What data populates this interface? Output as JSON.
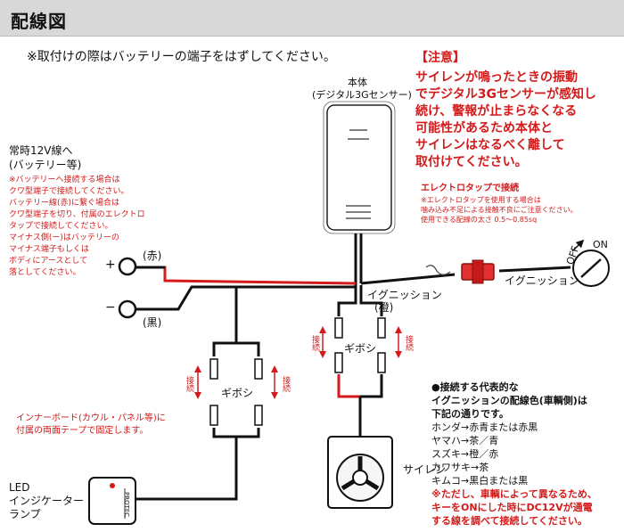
{
  "title": "配線図",
  "notice": "※取付けの際はバッテリーの端子をはずしてください。",
  "caution": {
    "heading": "【注意】",
    "lines": [
      "サイレンが鳴ったときの振動",
      "でデジタル3Gセンサーが感知し",
      "続け、警報が止まらなくなる",
      "可能性があるため本体と",
      "サイレンはなるべく離して",
      "取付けてください。"
    ]
  },
  "main_unit": {
    "label1": "本体",
    "label2": "(デジタル3Gセンサー)"
  },
  "battery": {
    "label1": "常時12V線へ",
    "label2": "(バッテリー等)",
    "notes": [
      "※バッテリーへ接続する場合は",
      "クワ型端子で接続してください。",
      "バッテリー線(赤)に繋ぐ場合は",
      "クワ型端子を切り、付属のエレクトロ",
      "タップで接続してください。",
      "マイナス側(ー)はバッテリーの",
      "マイナス端子もしくは",
      "ボディにアースとして",
      "落としてください。"
    ],
    "plus": "+",
    "minus": "−",
    "red": "(赤)",
    "black": "(黒)"
  },
  "electro_tap": {
    "heading": "エレクトロタップで接続",
    "notes": [
      "※エレクトロタップを使用する場合は",
      "噛み込み不足による接触不良にご注意ください。",
      "使用できる配線の太さ 0.5〜0.85sq"
    ]
  },
  "ignition": {
    "wire_label": "イグニッション",
    "wire_color": "(橙)",
    "switch_label": "イグニッション",
    "off": "OFF",
    "on": "ON"
  },
  "gibosi_left": "ギボシ",
  "gibosi_right": "ギボシ",
  "connect_marks": [
    "接続",
    "接続",
    "接続",
    "接続"
  ],
  "indoor_note": [
    "インナーボード(カウル・パネル等)に",
    "付属の両面テープで固定します。"
  ],
  "led": {
    "label1": "LED",
    "label2": "インジケーター",
    "label3": "ランプ",
    "brand": "PROTEC"
  },
  "siren": "サイレン",
  "colors_list": {
    "heading1": "●接続する代表的な",
    "heading2": "イグニッションの配線色(車輌側)は",
    "heading3": "下記の通りです。",
    "items": [
      "ホンダ→赤青または赤黒",
      "ヤマハ→茶／青",
      "スズキ→橙／赤",
      "カワサキ→茶",
      "キムコ→黒白または黒"
    ],
    "note": [
      "※ただし、車輌によって異なるため、",
      "キーをONにした時にDC12Vが通電",
      "する線を調べて接続してください。"
    ]
  },
  "colors": {
    "wire_black": "#111111",
    "wire_red": "#d41a1a",
    "accent_red": "#d41a1a"
  }
}
